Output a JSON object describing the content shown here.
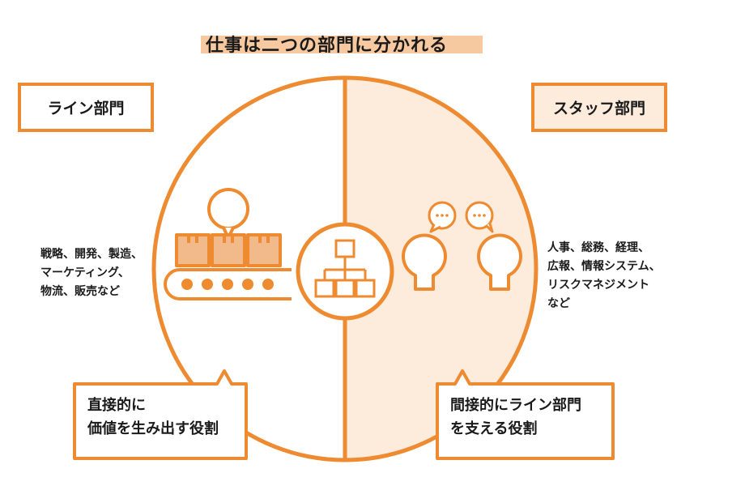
{
  "title": "仕事は二つの部門に分かれる",
  "line_department": {
    "label": "ライン部門",
    "examples": [
      "戦略、開発、製造、",
      "マーケティング、",
      "物流、販売など"
    ],
    "role": [
      "直接的に",
      "価値を生み出す役割"
    ]
  },
  "staff_department": {
    "label": "スタッフ部門",
    "examples": [
      "人事、総務、経理、",
      "広報、情報システム、",
      "リスクマネジメント",
      "など"
    ],
    "role": [
      "間接的にライン部門",
      "を支える役割"
    ]
  },
  "icons": [
    "factory-conveyor-icon",
    "organization-chart-icon",
    "discussing-people-icon",
    "speech-bubble-icon"
  ],
  "colors": {
    "accent": "#ee8a30",
    "staff_fill": "#fdebdc",
    "title_highlight": "#f7c9a0",
    "text": "#1a1a1a"
  }
}
